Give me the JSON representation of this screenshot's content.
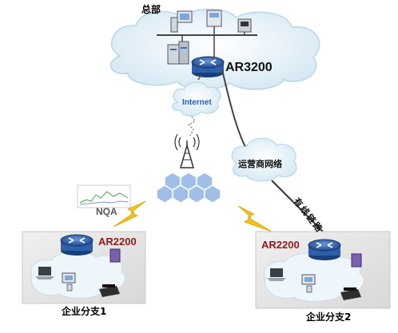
{
  "hq": {
    "title": "总部",
    "router_label": "AR3200"
  },
  "internet": {
    "label": "Internet"
  },
  "carrier_network": {
    "label": "运营商网络"
  },
  "wired_link": {
    "label": "有线链路"
  },
  "nqa": {
    "label": "NQA"
  },
  "branch1": {
    "router_label": "AR2200",
    "title": "企业分支1"
  },
  "branch2": {
    "router_label": "AR2200",
    "title": "企业分支2"
  },
  "colors": {
    "cloud": "#e4f1f8",
    "router": "#2f5fa8",
    "router_label_branch": "#8b1a1a",
    "lightning": "#f2c21b",
    "branch_box": "#e6e6e6",
    "internet_text": "#1a5fb4"
  }
}
